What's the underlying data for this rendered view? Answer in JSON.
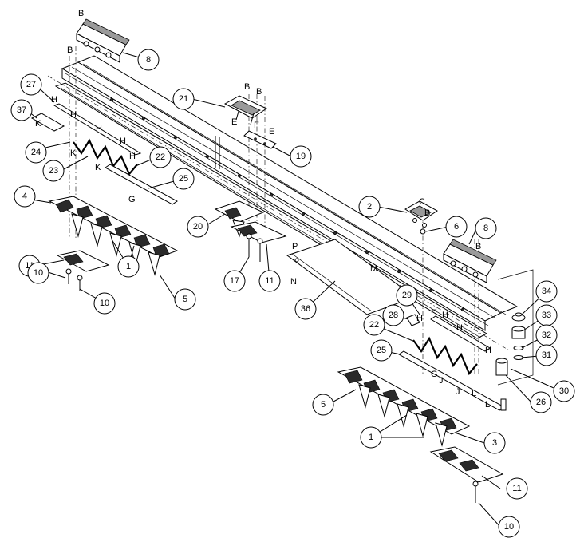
{
  "callouts": [
    "8",
    "27",
    "37",
    "24",
    "23",
    "22",
    "25",
    "4",
    "21",
    "19",
    "20",
    "2",
    "6",
    "8",
    "11",
    "10",
    "10",
    "1",
    "5",
    "17",
    "11",
    "36",
    "29",
    "28",
    "22",
    "25",
    "34",
    "33",
    "32",
    "31",
    "30",
    "5",
    "26",
    "1",
    "3",
    "11",
    "10"
  ],
  "letters": [
    "B",
    "B",
    "H",
    "H",
    "H",
    "K",
    "H",
    "H",
    "K",
    "K",
    "G",
    "B",
    "B",
    "E",
    "F",
    "E",
    "C",
    "B",
    "B",
    "P",
    "N",
    "M",
    "H",
    "H",
    "H",
    "H",
    "H",
    "G",
    "J",
    "J",
    "L",
    "L"
  ]
}
